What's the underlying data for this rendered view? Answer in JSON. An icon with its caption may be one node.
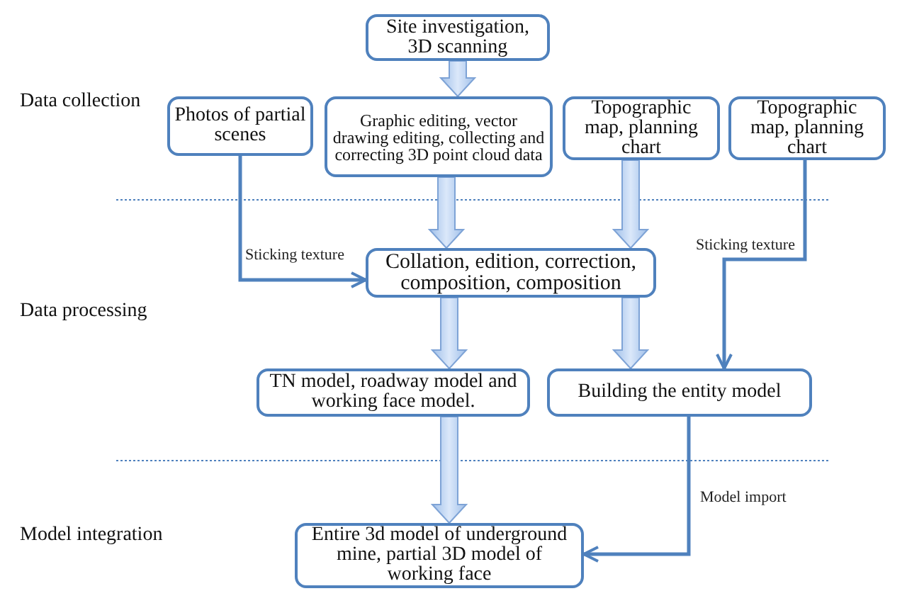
{
  "diagram": {
    "nodes": [
      {
        "text": [
          "Site investigation, 3D scanning"
        ]
      },
      {
        "text": [
          "Photos of partial scenes"
        ]
      },
      {
        "text": [
          "Graphic editing, vector drawing editing, collecting and correcting 3D point cloud data"
        ]
      },
      {
        "text": [
          "Topographic map, planning chart"
        ]
      },
      {
        "text": [
          "Topographic map, planning chart"
        ]
      },
      {
        "text": [
          "Collation, edition, correction, composition, composition"
        ]
      },
      {
        "text": [
          "TN model, roadway model and working face model."
        ]
      },
      {
        "text": [
          "Building the entity model"
        ]
      },
      {
        "text": [
          "Entire 3d model of underground mine, partial 3D model of working face"
        ]
      }
    ],
    "edges": [
      {
        "from": 0,
        "to": 2,
        "arrow": "to",
        "style": "thick"
      },
      {
        "from": 2,
        "to": 5,
        "arrow": "to",
        "style": "thick"
      },
      {
        "from": 3,
        "to": 5,
        "arrow": "to",
        "style": "thick"
      },
      {
        "from": 1,
        "to": 5,
        "arrow": "to",
        "label": "Sticking texture"
      },
      {
        "from": 4,
        "to": 7,
        "arrow": "to",
        "label": "Sticking texture"
      },
      {
        "from": 5,
        "to": 6,
        "arrow": "to",
        "style": "thick"
      },
      {
        "from": 5,
        "to": 7,
        "arrow": "to",
        "style": "thick"
      },
      {
        "from": 6,
        "to": 8,
        "arrow": "to",
        "style": "thick"
      },
      {
        "from": 7,
        "to": 8,
        "arrow": "to",
        "label": "Model import"
      }
    ],
    "labels": [
      "Data collection",
      "Data processing",
      "Model integration"
    ]
  }
}
